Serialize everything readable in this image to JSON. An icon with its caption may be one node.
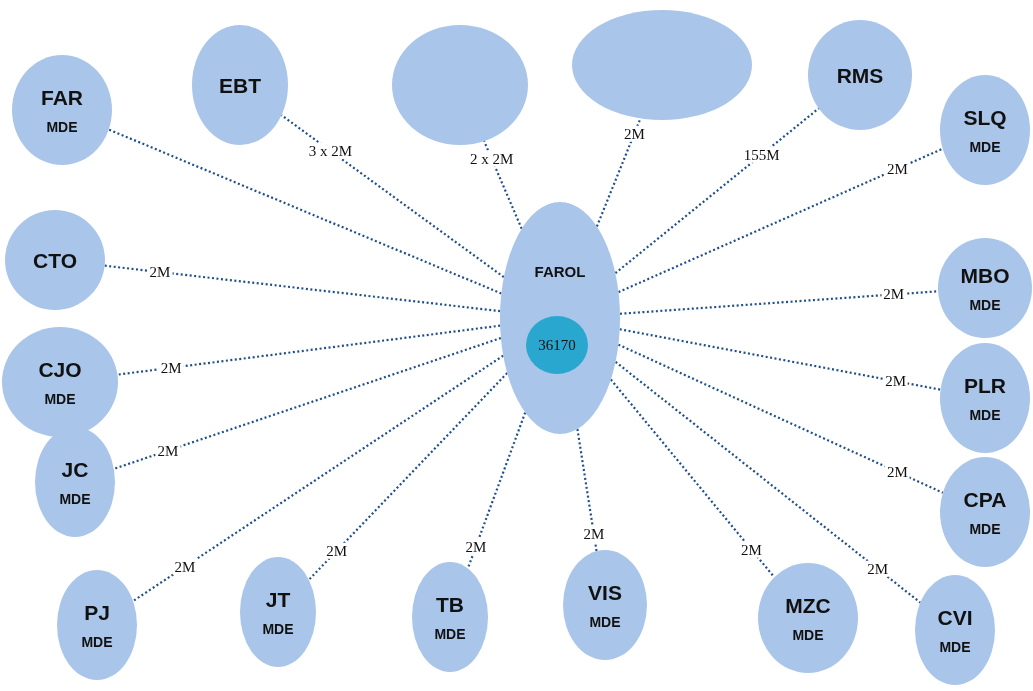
{
  "diagram": {
    "nodes": [
      {
        "text": [
          "FAR",
          "MDE"
        ]
      },
      {
        "text": [
          "EBT"
        ]
      },
      {
        "text": [],
        "shape": "circle"
      },
      {
        "text": [],
        "shape": "circle"
      },
      {
        "text": [
          "RMS"
        ]
      },
      {
        "text": [
          "SLQ",
          "MDE"
        ]
      },
      {
        "text": [
          "CTO"
        ]
      },
      {
        "text": [
          "FAROL"
        ]
      },
      {
        "text": [
          "36170"
        ],
        "in": 7
      },
      {
        "text": [
          "MBO",
          "MDE"
        ]
      },
      {
        "text": [
          "CJO",
          "MDE"
        ]
      },
      {
        "text": [
          "PLR",
          "MDE"
        ]
      },
      {
        "text": [
          "JC",
          "MDE"
        ]
      },
      {
        "text": [
          "CPA",
          "MDE"
        ]
      },
      {
        "text": [
          "PJ",
          "MDE"
        ]
      },
      {
        "text": [
          "JT",
          "MDE"
        ]
      },
      {
        "text": [
          "TB",
          "MDE"
        ]
      },
      {
        "text": [
          "VIS",
          "MDE"
        ]
      },
      {
        "text": [
          "MZC",
          "MDE"
        ]
      },
      {
        "text": [
          "CVI",
          "MDE"
        ]
      }
    ],
    "edges": [
      {
        "from": 7,
        "to": 0,
        "arrow": "none",
        "style": "dashed"
      },
      {
        "from": 7,
        "to": 1,
        "arrow": "none",
        "style": "dashed",
        "label": "3 x 2M"
      },
      {
        "from": 7,
        "to": 2,
        "arrow": "none",
        "style": "dashed",
        "label": "2 x 2M"
      },
      {
        "from": 7,
        "to": 3,
        "arrow": "none",
        "style": "dashed",
        "label": "2M"
      },
      {
        "from": 7,
        "to": 4,
        "arrow": "none",
        "style": "dashed",
        "label": "155M"
      },
      {
        "from": 7,
        "to": 5,
        "arrow": "none",
        "style": "dashed",
        "label": "2M"
      },
      {
        "from": 7,
        "to": 6,
        "arrow": "none",
        "style": "dashed",
        "label": "2M"
      },
      {
        "from": 7,
        "to": 9,
        "arrow": "none",
        "style": "dashed",
        "label": "2M"
      },
      {
        "from": 7,
        "to": 10,
        "arrow": "none",
        "style": "dashed",
        "label": "2M"
      },
      {
        "from": 7,
        "to": 11,
        "arrow": "none",
        "style": "dashed",
        "label": "2M"
      },
      {
        "from": 7,
        "to": 12,
        "arrow": "none",
        "style": "dashed",
        "label": "2M"
      },
      {
        "from": 7,
        "to": 13,
        "arrow": "none",
        "style": "dashed",
        "label": "2M"
      },
      {
        "from": 7,
        "to": 14,
        "arrow": "none",
        "style": "dashed",
        "label": "2M"
      },
      {
        "from": 7,
        "to": 15,
        "arrow": "none",
        "style": "dashed",
        "label": "2M"
      },
      {
        "from": 7,
        "to": 16,
        "arrow": "none",
        "style": "dashed",
        "label": "2M"
      },
      {
        "from": 7,
        "to": 17,
        "arrow": "none",
        "style": "dashed",
        "label": "2M"
      },
      {
        "from": 7,
        "to": 18,
        "arrow": "none",
        "style": "dashed",
        "label": "2M"
      },
      {
        "from": 7,
        "to": 19,
        "arrow": "none",
        "style": "dashed",
        "label": "2M"
      }
    ]
  }
}
